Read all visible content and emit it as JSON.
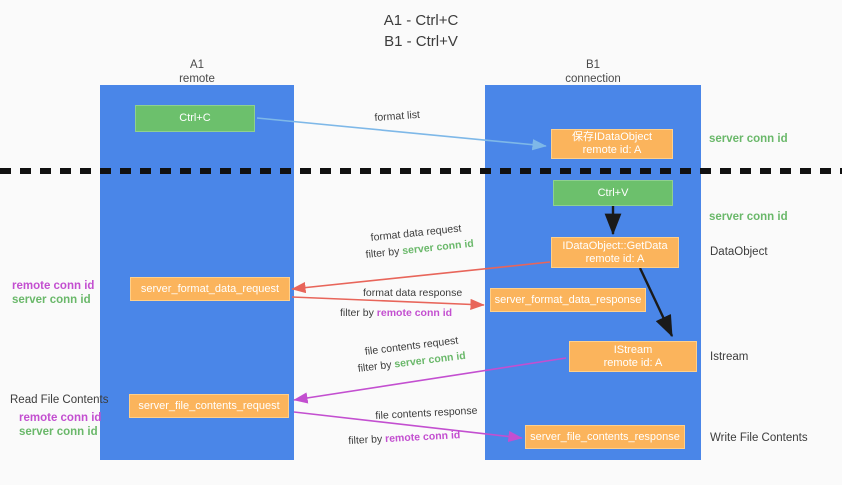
{
  "title": {
    "line1": "A1 - Ctrl+C",
    "line2": "B1 - Ctrl+V"
  },
  "lanes": [
    {
      "name": "A1",
      "sub": "remote"
    },
    {
      "name": "B1",
      "sub": "connection"
    }
  ],
  "colors": {
    "lane": "#4a86e8",
    "green_box": "#6cc06c",
    "orange_box": "#fbb45c",
    "server_conn_id": "#6ab86a",
    "remote_conn_id": "#c34fd0",
    "arrow_blue": "#7eb8e8",
    "arrow_red": "#e8655a",
    "arrow_magenta": "#c34fd0",
    "arrow_black": "#1a1a1a",
    "divider": "#111111",
    "background": "#fafafa"
  },
  "nodes": {
    "ctrl_c": "Ctrl+C",
    "ctrl_v": "Ctrl+V",
    "save_idataobject_l1": "保存IDataObject",
    "save_idataobject_l2": "remote id: A",
    "getdata_l1": "IDataObject::GetData",
    "getdata_l2": "remote id: A",
    "istream_l1": "IStream",
    "istream_l2": "remote id: A",
    "server_format_data_request": "server_format_data_request",
    "server_format_data_response": "server_format_data_response",
    "server_file_contents_request": "server_file_contents_request",
    "server_file_contents_response": "server_file_contents_response"
  },
  "right_labels": {
    "server_conn_id_top": "server conn id",
    "server_conn_id_mid": "server conn id",
    "dataobject": "DataObject",
    "istream": "Istream",
    "write_file_contents": "Write File Contents"
  },
  "left_labels": {
    "remote_conn_id_1": "remote conn id",
    "server_conn_id_1": "server conn id",
    "read_file_contents": "Read File Contents",
    "remote_conn_id_2": "remote conn id",
    "server_conn_id_2": "server conn id"
  },
  "captions": {
    "format_list": "format list",
    "format_data_request": "format data request",
    "format_data_request_filter_prefix": "filter by ",
    "format_data_request_filter_value": "server conn id",
    "format_data_response": "format data response",
    "format_data_response_filter_prefix": "filter by ",
    "format_data_response_filter_value": "remote conn id",
    "file_contents_request": "file contents request",
    "file_contents_request_filter_prefix": "filter by ",
    "file_contents_request_filter_value": "server conn id",
    "file_contents_response": "file contents response",
    "file_contents_response_filter_prefix": "filter by ",
    "file_contents_response_filter_value": "remote conn id"
  }
}
